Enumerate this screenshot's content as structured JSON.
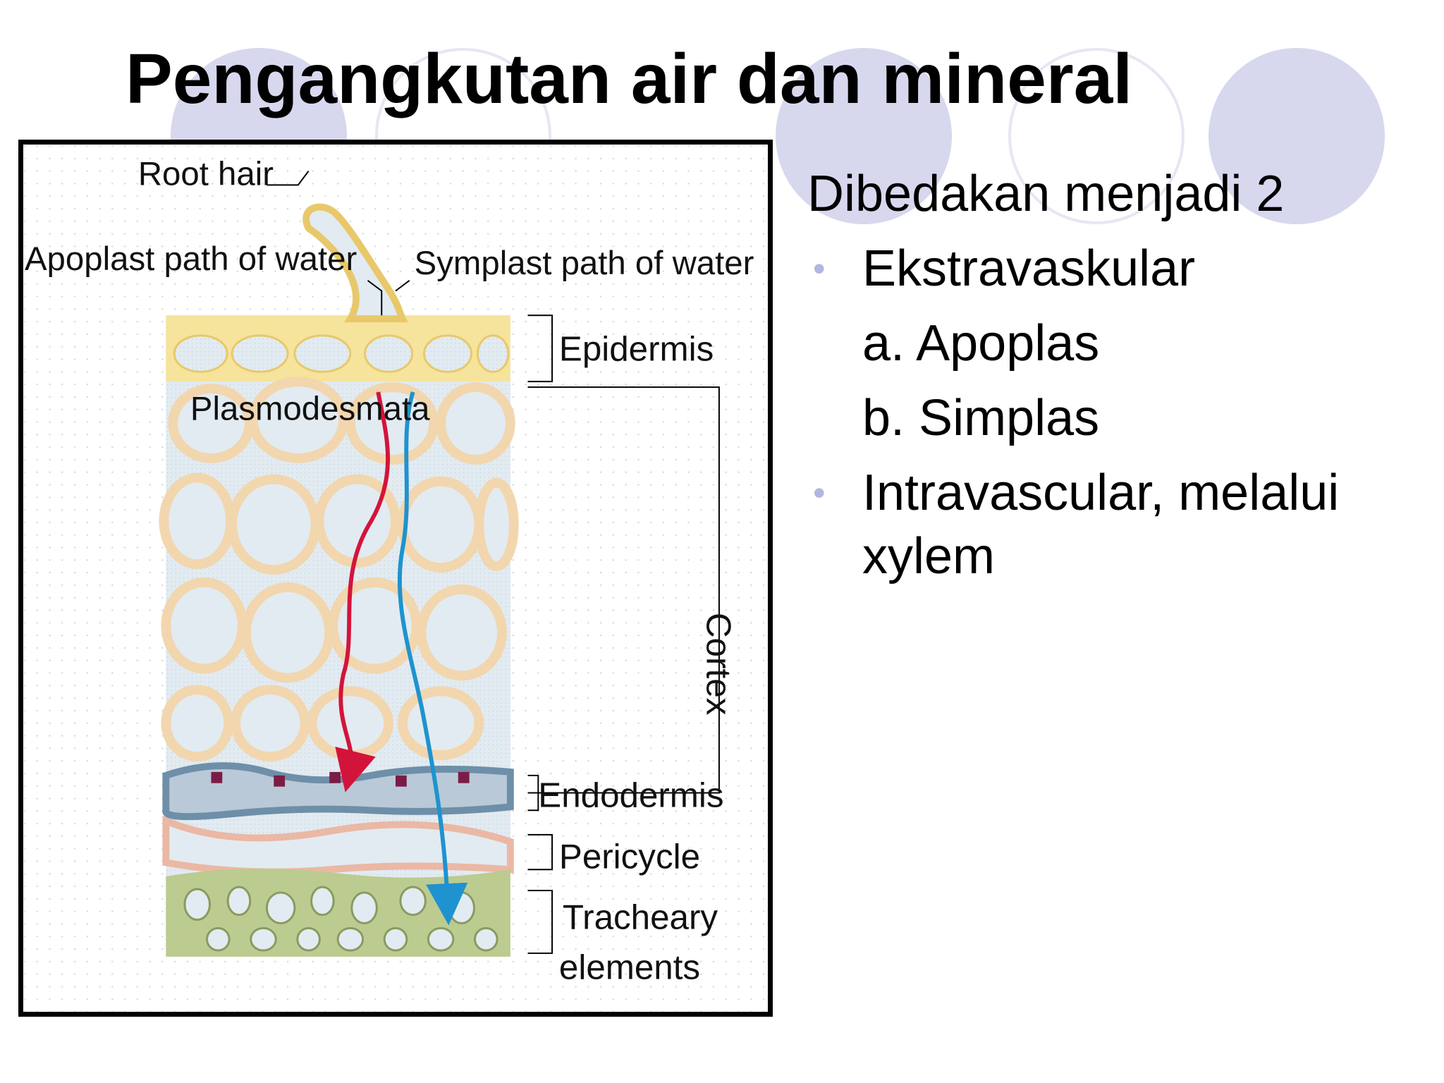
{
  "slide": {
    "title": "Pengangkutan air dan mineral"
  },
  "content": {
    "intro": "Dibedakan menjadi 2",
    "bullet_1": "Ekstravaskular",
    "sub_a": "a. Apoplas",
    "sub_b": "b. Simplas",
    "bullet_2": "Intravascular, melalui xylem"
  },
  "figure": {
    "labels": {
      "root_hair": "Root hair",
      "apoplast": "Apoplast path of water",
      "symplast": "Symplast path of water",
      "epidermis": "Epidermis",
      "plasmodesmata": "Plasmodesmata",
      "cortex": "Cortex",
      "endodermis": "Endodermis",
      "pericycle": "Pericycle",
      "tracheary_line1": "Tracheary",
      "tracheary_line2": "elements"
    }
  },
  "colors": {
    "apoplast_arrow": "#d3143a",
    "symplast_arrow": "#1e93cf",
    "epidermis_fill": "#f6e39c",
    "cortex_wall": "#f2d6ae",
    "endodermis_band": "#6e8fa8",
    "casparian_strip": "#7b1c46",
    "pericycle_wall": "#eab8a4",
    "vascular_fill": "#bccb8f",
    "deco_circle": "#d7d8ee",
    "bullet": "#b4b5e0"
  }
}
